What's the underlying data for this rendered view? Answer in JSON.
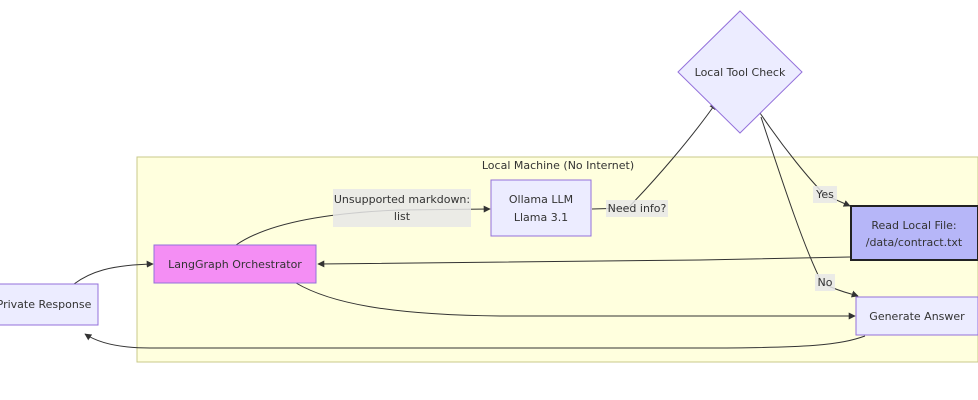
{
  "colors": {
    "cluster_fill": "#ffffde",
    "cluster_stroke": "#c8c88a",
    "node_fill": "#ececff",
    "node_stroke": "#9370db",
    "orchestrator_fill": "#f48ef4",
    "file_fill": "#b6b6f8",
    "edge": "#333333",
    "edge_label_bg": "#e8e8e8"
  },
  "cluster": {
    "label": "Local Machine (No Internet)"
  },
  "nodes": {
    "private_response": "Private Response",
    "orchestrator": "LangGraph Orchestrator",
    "ollama": {
      "line1": "Ollama LLM",
      "line2": "Llama 3.1"
    },
    "tool_check": "Local Tool Check",
    "read_file": {
      "line1": "Read Local File:",
      "line2": "/data/contract.txt"
    },
    "generate_answer": "Generate Answer"
  },
  "edges": {
    "unsupported": {
      "line1": "Unsupported markdown:",
      "line2": "list"
    },
    "need_info": "Need info?",
    "yes": "Yes",
    "no": "No"
  }
}
